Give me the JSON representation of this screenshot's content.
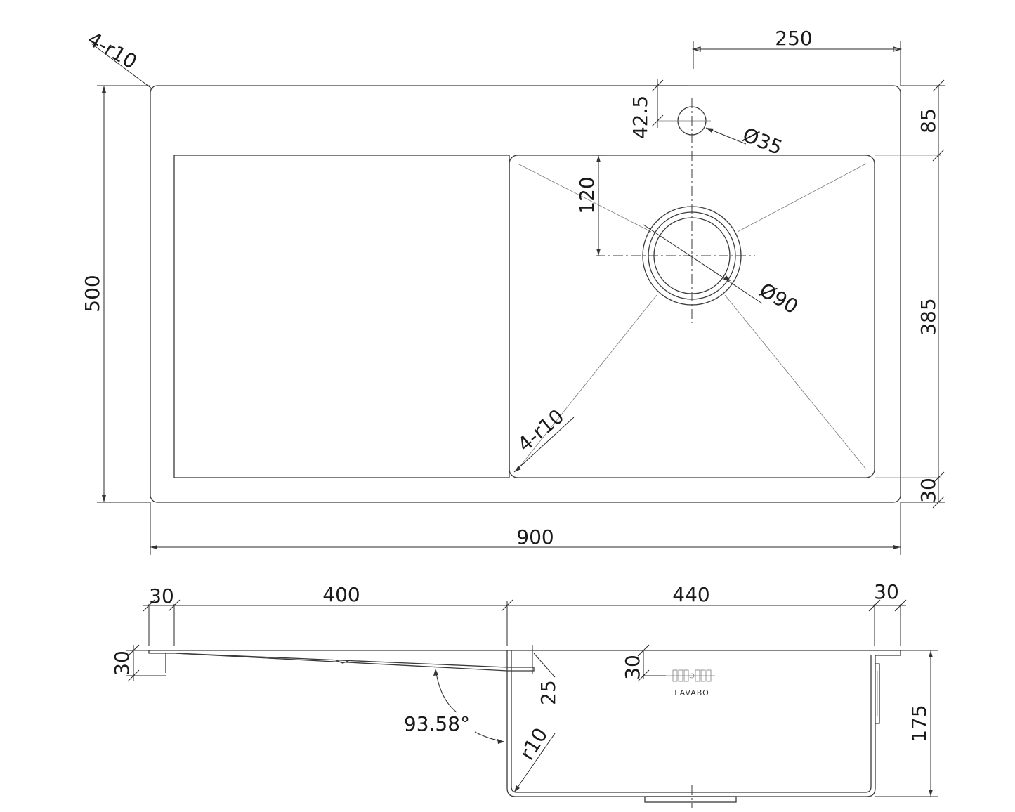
{
  "top_view": {
    "dims": {
      "corner_radius_outer": "4-r10",
      "faucet_offset_x": "250",
      "faucet_offset_y": "42.5",
      "faucet_hole_diameter": "Ø35",
      "bowl_top_margin": "85",
      "drain_offset_y": "120",
      "drain_diameter": "Ø90",
      "overall_depth": "500",
      "bowl_depth": "385",
      "bottom_margin": "30",
      "bowl_corner_radius": "4-r10",
      "overall_width": "900"
    }
  },
  "side_view": {
    "dims": {
      "left_rim": "30",
      "drainboard_length": "400",
      "bowl_length": "440",
      "right_rim": "30",
      "rim_height": "30",
      "drainboard_drop": "25",
      "drainboard_angle": "93.58°",
      "bowl_corner_radius": "r10",
      "logo_offset": "30",
      "bowl_height": "175"
    },
    "logo_text": "LAVABO"
  }
}
